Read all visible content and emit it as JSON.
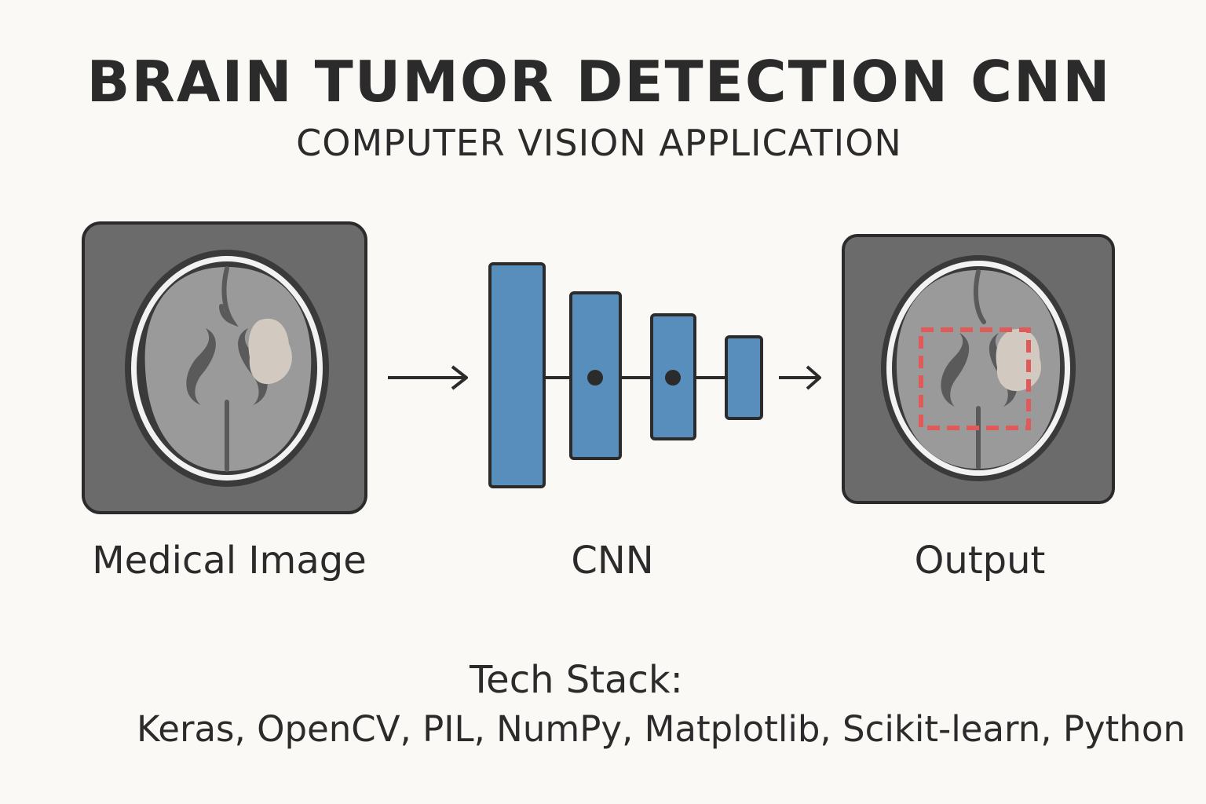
{
  "header": {
    "title": "BRAIN TUMOR DETECTION CNN",
    "subtitle": "COMPUTER VISION APPLICATION"
  },
  "stages": {
    "input_label": "Medical Image",
    "model_label": "CNN",
    "output_label": "Output"
  },
  "tech_stack": {
    "heading": "Tech Stack:",
    "items": "Keras, OpenCV, PIL, NumPy, Matplotlib, Scikit-learn, Python"
  },
  "colors": {
    "background": "#fbf9f5",
    "scan_frame": "#6b6b6b",
    "brain": "#9a9a9a",
    "cnn_layer": "#578ebb",
    "detection_box": "#e05a5a",
    "text": "#2b2b2b"
  }
}
